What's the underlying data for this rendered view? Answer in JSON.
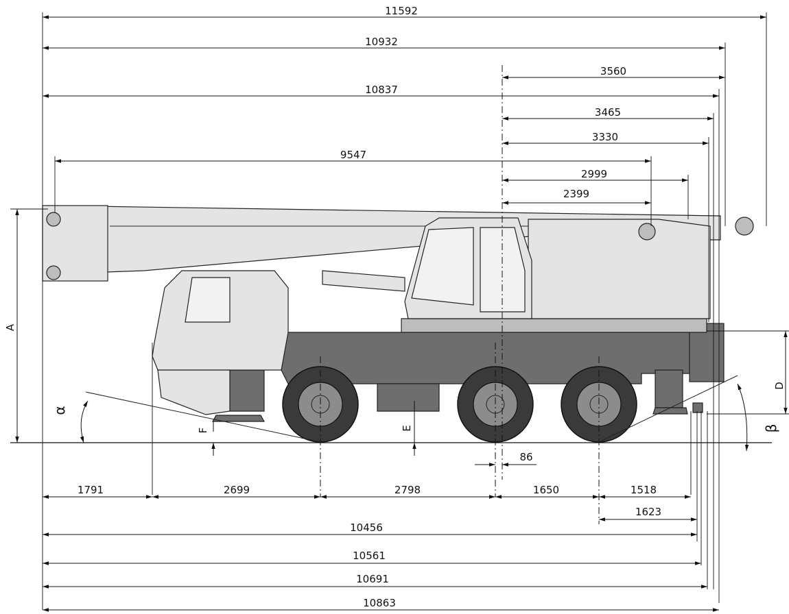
{
  "drawing": {
    "labels": {
      "A": "A",
      "D": "D",
      "E": "E",
      "F": "F",
      "alpha": "α",
      "beta": "β"
    },
    "top_dims": [
      "11592",
      "10932",
      "3560",
      "10837",
      "3465",
      "3330",
      "9547",
      "2999",
      "2399"
    ],
    "mid_dims": [
      "86"
    ],
    "bottom_row": [
      "1791",
      "2699",
      "2798",
      "1650",
      "1518"
    ],
    "bottom_dims": [
      "1623",
      "10456",
      "10561",
      "10691",
      "10863"
    ]
  }
}
